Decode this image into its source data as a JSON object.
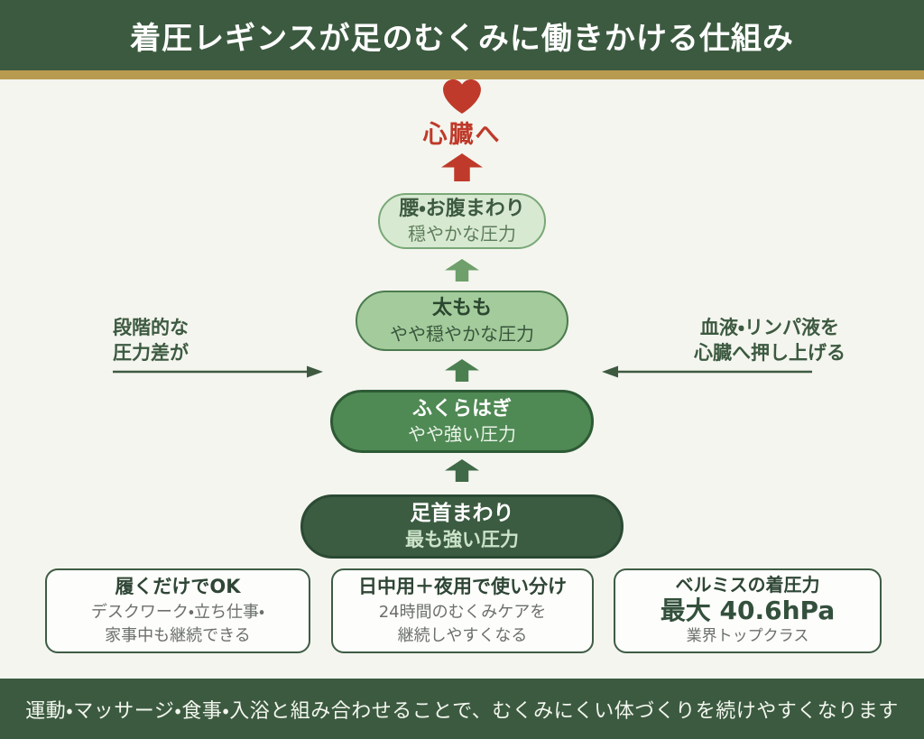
{
  "header": {
    "title": "着圧レギンスが足のむくみに働きかける仕組み"
  },
  "colors": {
    "brand_green": "#3c5a40",
    "gold_divider": "#b99b50",
    "accent_red": "#bf3a2a",
    "background": "#f4f5ef",
    "stage_fills": [
      "#d8e9d2",
      "#a3cb9b",
      "#4f8954",
      "#3c5c42"
    ]
  },
  "flow": {
    "to_heart_label": "心臓へ",
    "stages": [
      {
        "name": "腰・お腹まわり",
        "pressure": "穏やかな圧力"
      },
      {
        "name": "太もも",
        "pressure": "やや穏やかな圧力"
      },
      {
        "name": "ふくらはぎ",
        "pressure": "やや強い圧力"
      },
      {
        "name": "足首まわり",
        "pressure": "最も強い圧力"
      }
    ]
  },
  "annotations": {
    "left": {
      "line1": "段階的な",
      "line2": "圧力差が"
    },
    "right": {
      "line1": "血液・リンパ液を",
      "line2": "心臓へ押し上げる"
    }
  },
  "cards": [
    {
      "title": "履くだけでOK",
      "body": "デスクワーク・立ち仕事・\n家事中も継続できる"
    },
    {
      "title": "日中用＋夜用で使い分け",
      "body": "24時間のむくみケアを\n継続しやすくなる"
    },
    {
      "title": "ベルミスの着圧力",
      "highlight": "最大 40.6hPa",
      "body": "業界トップクラス"
    }
  ],
  "footer": {
    "text": "運動・マッサージ・食事・入浴と組み合わせることで、むくみにくい体づくりを続けやすくなります"
  }
}
